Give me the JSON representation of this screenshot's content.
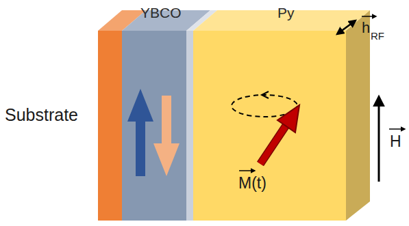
{
  "diagram": {
    "labels": [
      "Substrate",
      "YBCO",
      "Py",
      "h",
      "RF",
      "M(t)",
      "H"
    ]
  }
}
